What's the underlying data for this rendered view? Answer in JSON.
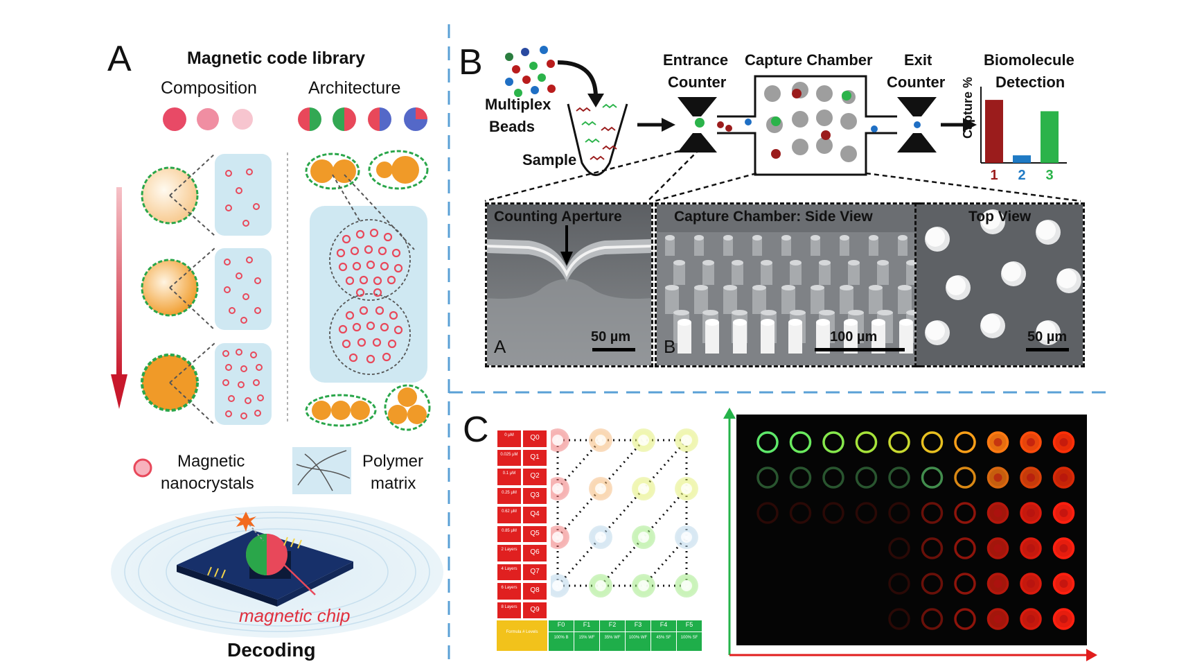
{
  "panelA": {
    "letter": "A",
    "title": "Magnetic code library",
    "composition": "Composition",
    "architecture": "Architecture",
    "legend": {
      "nanocrystals_l1": "Magnetic",
      "nanocrystals_l2": "nanocrystals",
      "polymer_l1": "Polymer",
      "polymer_l2": "matrix"
    },
    "chip_label": "magnetic chip",
    "decoding": "Decoding",
    "colors": {
      "arrow": "#c8182c",
      "bead": "#f2a33a",
      "rim": "#2aa64a",
      "matrix": "#cfe8f2",
      "nano": "#e8485a"
    }
  },
  "panelB": {
    "letter": "B",
    "multiplex_l1": "Multiplex",
    "multiplex_l2": "Beads",
    "sample": "Sample",
    "entrance_l1": "Entrance",
    "entrance_l2": "Counter",
    "capture_chamber": "Capture Chamber",
    "exit_l1": "Exit",
    "exit_l2": "Counter",
    "detection_l1": "Biomolecule",
    "detection_l2": "Detection",
    "ylabel": "Capture %",
    "sem": [
      {
        "title": "Counting Aperture",
        "letter": "A",
        "scale": "50 µm"
      },
      {
        "title": "Capture Chamber: Side View",
        "letter": "B",
        "scale": "100 µm"
      },
      {
        "title": "Top View",
        "scale": "50 µm"
      }
    ],
    "colors": {
      "c1": "#9b1c1c",
      "c2": "#1f7ac4",
      "c3": "#2bb34a"
    }
  },
  "chart_data": {
    "type": "bar",
    "categories": [
      "1",
      "2",
      "3"
    ],
    "values": [
      100,
      12,
      82
    ],
    "ylabel": "Capture %",
    "xlabel": "",
    "title": "",
    "ylim": [
      0,
      110
    ],
    "colors": [
      "#9b1c1c",
      "#1f7ac4",
      "#2bb34a"
    ]
  },
  "panelC": {
    "letter": "C",
    "left_cells": [
      "0 μM",
      "0.025 μM",
      "0.1 μM",
      "0.25 μM",
      "0.62 μM",
      "0.85 μM",
      "2 Layers",
      "4 Layers",
      "6 Layers",
      "8 Layers"
    ],
    "q_codes": [
      "Q0",
      "Q1",
      "Q2",
      "Q3",
      "Q4",
      "Q5",
      "Q6",
      "Q7",
      "Q8",
      "Q9"
    ],
    "corner": "Formula # Levels",
    "f_codes": [
      "F0",
      "F1",
      "F2",
      "F3",
      "F4",
      "F5"
    ],
    "f_sub": [
      "100% B",
      "15% WF",
      "35% WF",
      "100% WF",
      "45% SF",
      "100% SF"
    ],
    "colors": {
      "red": "#e02020",
      "green": "#1fae4a",
      "yellow": "#f2c21b",
      "axis_green": "#25b34a",
      "axis_red": "#e11d1d"
    }
  }
}
